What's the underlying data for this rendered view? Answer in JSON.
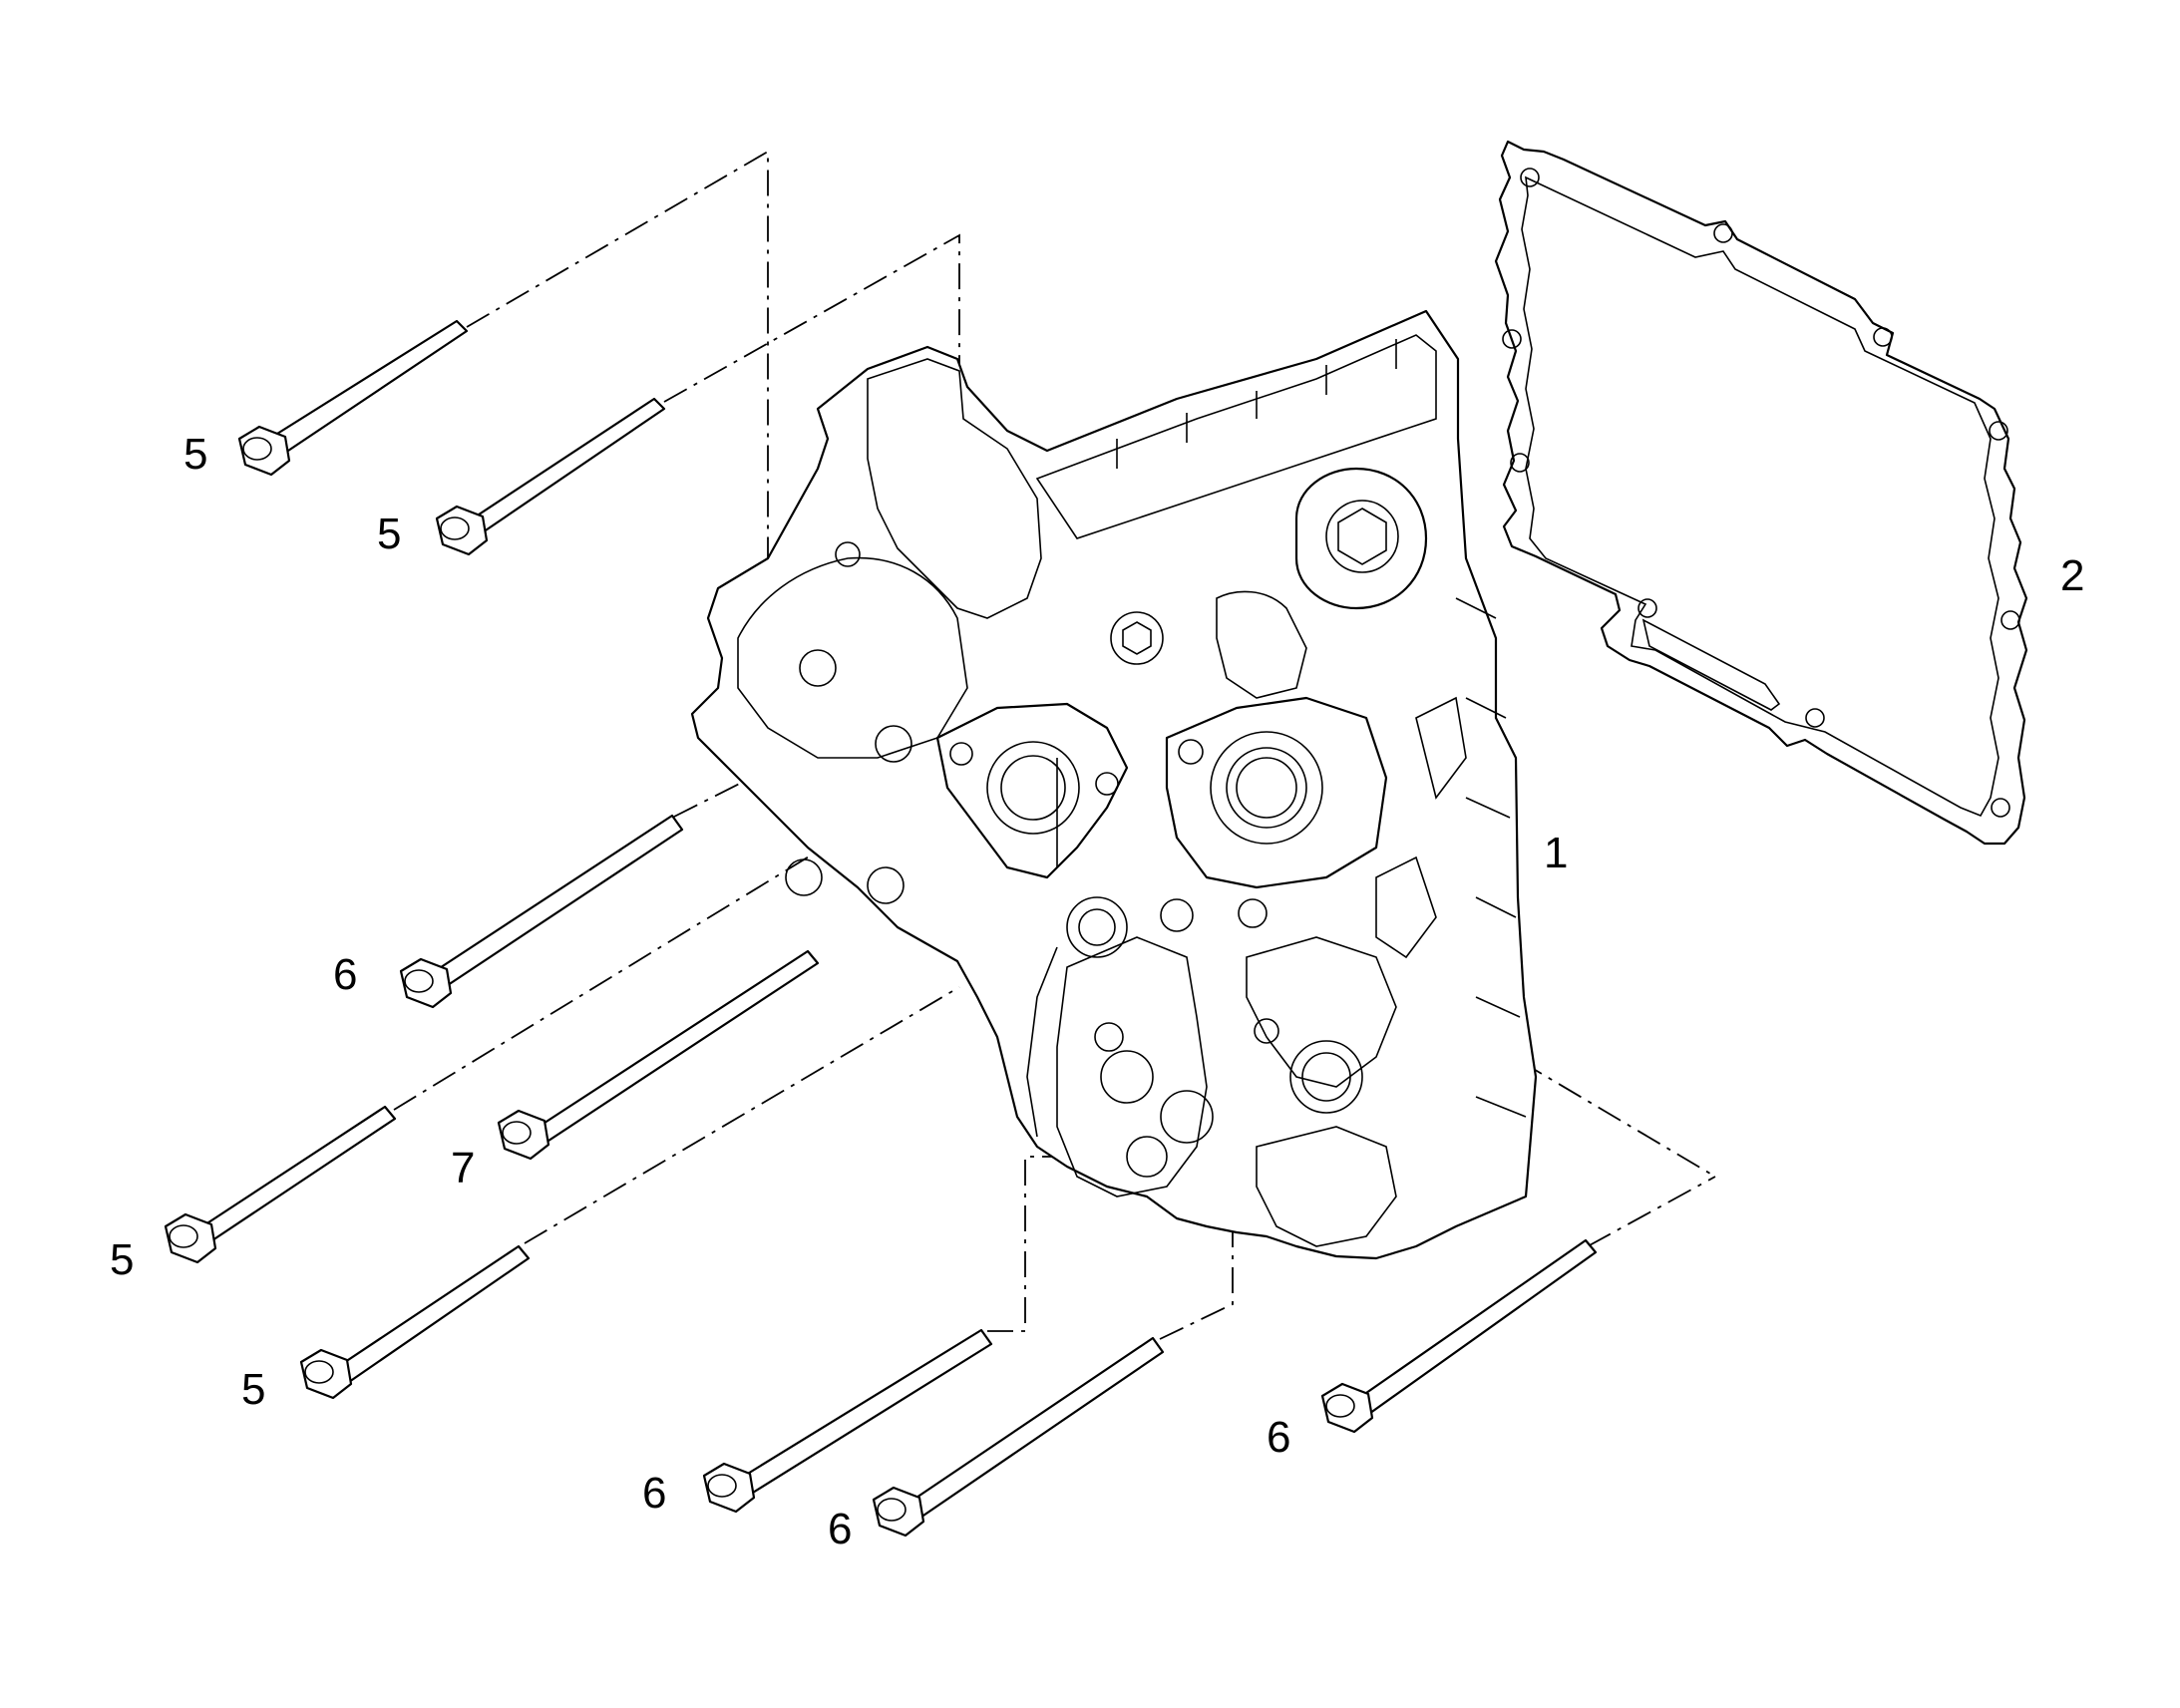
{
  "diagram": {
    "type": "exploded-parts-view",
    "callouts": {
      "c1": "1",
      "c2": "2",
      "c5a": "5",
      "c5b": "5",
      "c5c": "5",
      "c5d": "5",
      "c6a": "6",
      "c6b": "6",
      "c6c": "6",
      "c6d": "6",
      "c7": "7"
    }
  }
}
